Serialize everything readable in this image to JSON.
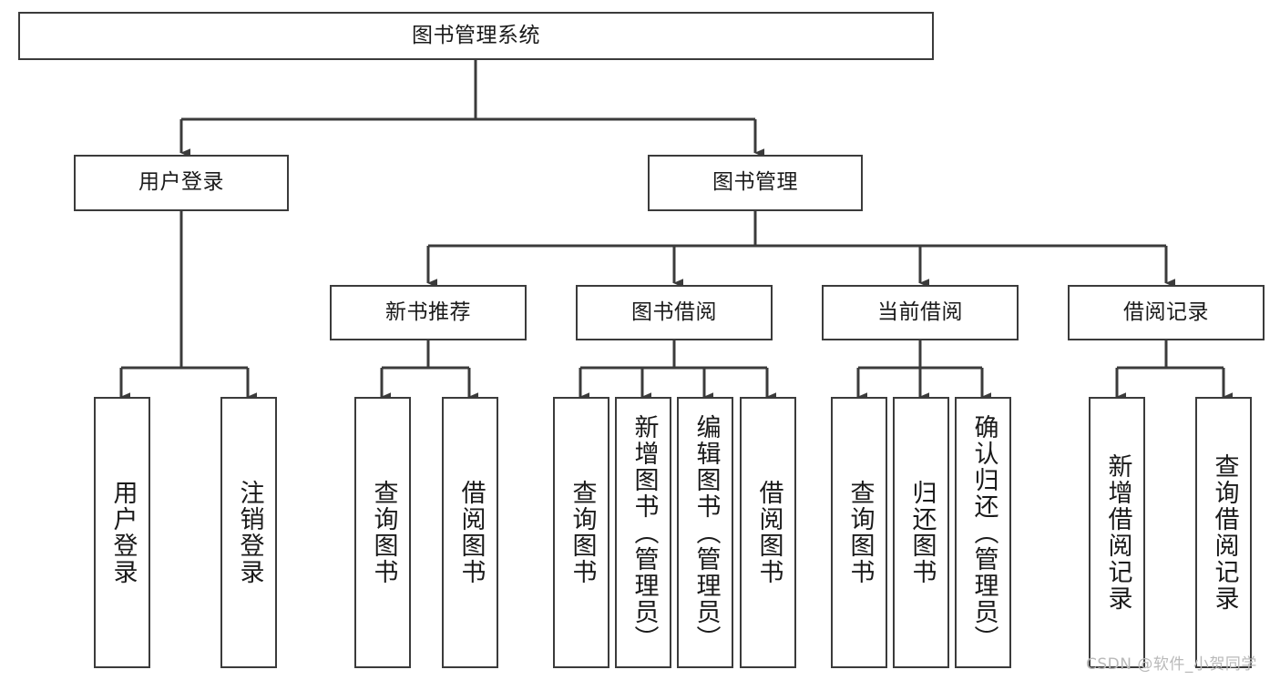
{
  "diagram": {
    "type": "hierarchy-tree",
    "title": "图书管理系统",
    "watermark": "CSDN @软件_小贺同学",
    "colors": {
      "stroke": "#3b3b3b",
      "fill": "#ffffff",
      "text": "#1a1a1a",
      "watermark": "#b9b9b9"
    },
    "nodes": {
      "root": {
        "label": "图书管理系统"
      },
      "level2": [
        {
          "label": "用户登录"
        },
        {
          "label": "图书管理"
        }
      ],
      "level3": [
        {
          "label": "新书推荐"
        },
        {
          "label": "图书借阅"
        },
        {
          "label": "当前借阅"
        },
        {
          "label": "借阅记录"
        }
      ],
      "leaves": {
        "user_login": [
          {
            "label": "用户登录"
          },
          {
            "label": "注销登录"
          }
        ],
        "new_book_recommend": [
          {
            "label": "查询图书"
          },
          {
            "label": "借阅图书"
          }
        ],
        "book_borrow": [
          {
            "label": "查询图书"
          },
          {
            "label": "新增图书（管理员）"
          },
          {
            "label": "编辑图书（管理员）"
          },
          {
            "label": "借阅图书"
          }
        ],
        "current_borrow": [
          {
            "label": "查询图书"
          },
          {
            "label": "归还图书"
          },
          {
            "label": "确认归还（管理员）"
          }
        ],
        "borrow_record": [
          {
            "label": "新增借阅记录"
          },
          {
            "label": "查询借阅记录"
          }
        ]
      }
    }
  }
}
